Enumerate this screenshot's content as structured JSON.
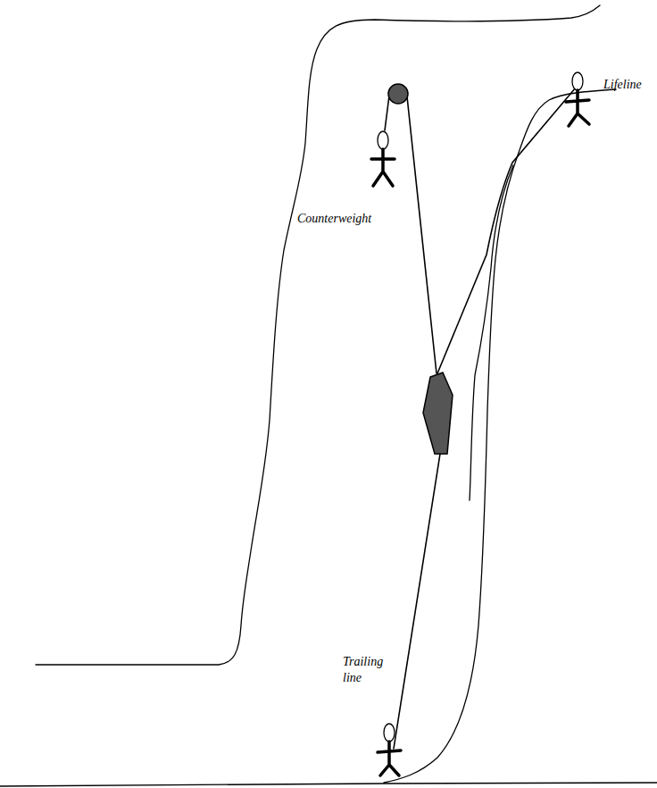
{
  "diagram": {
    "labels": [
      "Counterweight",
      "Lifeline",
      "Trailing line"
    ]
  }
}
